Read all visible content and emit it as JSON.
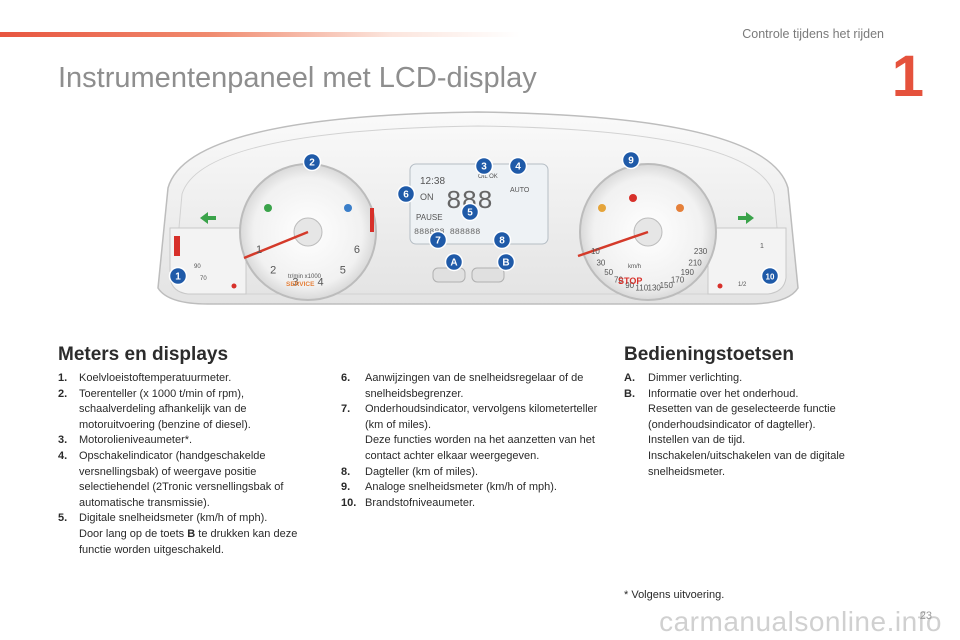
{
  "header": {
    "section_label": "Controle tijdens het rijden",
    "chapter_number": "1",
    "page_title": "Instrumentenpaneel met LCD-display"
  },
  "cluster": {
    "callouts": [
      "1",
      "2",
      "3",
      "4",
      "5",
      "6",
      "7",
      "8",
      "9",
      "10",
      "A",
      "B"
    ],
    "tacho_numbers": [
      "1",
      "2",
      "3",
      "4",
      "5",
      "6"
    ],
    "tacho_unit": "tr/min x1000",
    "temp_scale": [
      "90",
      "70"
    ],
    "fuel_scale": [
      "1",
      "1/2"
    ],
    "speedo_numbers": [
      "10",
      "30",
      "50",
      "70",
      "90",
      "110",
      "130",
      "150",
      "170",
      "190",
      "210",
      "230"
    ],
    "speedo_unit": "km/h",
    "lcd_time": "12:38",
    "lcd_digits": "888",
    "lcd_on": "ON",
    "lcd_pause": "PAUSE",
    "lcd_auto": "AUTO",
    "lcd_oil": "OIL OK",
    "lcd_odometer": "888888 888888",
    "service_label": "SERVICE",
    "stop_label": "STOP",
    "colors": {
      "badge": "#1f5aa8",
      "needle": "#d43a2a",
      "green": "#3aa34a",
      "red": "#d7302a"
    }
  },
  "meters": {
    "heading": "Meters en displays",
    "items_left": [
      {
        "num": "1.",
        "lines": [
          "Koelvloeistoftemperatuurmeter."
        ]
      },
      {
        "num": "2.",
        "lines": [
          "Toerenteller (x 1000 t/min of rpm), schaalverdeling afhankelijk van de motoruitvoering (benzine of diesel)."
        ]
      },
      {
        "num": "3.",
        "lines": [
          "Motorolieniveaumeter*."
        ]
      },
      {
        "num": "4.",
        "lines": [
          "Opschakelindicator (handgeschakelde versnellingsbak) of weergave positie selectiehendel (2Tronic versnellingsbak of automatische transmissie)."
        ]
      },
      {
        "num": "5.",
        "lines": [
          "Digitale snelheidsmeter (km/h of mph).",
          "Door lang op de toets B te drukken kan deze functie worden uitgeschakeld."
        ]
      }
    ],
    "items_right": [
      {
        "num": "6.",
        "lines": [
          "Aanwijzingen van de snelheidsregelaar of de snelheidsbegrenzer."
        ]
      },
      {
        "num": "7.",
        "lines": [
          "Onderhoudsindicator, vervolgens kilometerteller (km of miles).",
          "Deze functies worden na het aanzetten van het contact achter elkaar weergegeven."
        ]
      },
      {
        "num": "8.",
        "lines": [
          "Dagteller (km of miles)."
        ]
      },
      {
        "num": "9.",
        "lines": [
          "Analoge snelheidsmeter (km/h of mph)."
        ]
      },
      {
        "num": "10.",
        "lines": [
          "Brandstofniveaumeter."
        ]
      }
    ],
    "item5_bold_key": "B"
  },
  "controls": {
    "heading": "Bedieningstoetsen",
    "items": [
      {
        "num": "A.",
        "lines": [
          "Dimmer verlichting."
        ]
      },
      {
        "num": "B.",
        "lines": [
          "Informatie over het onderhoud.",
          "Resetten van de geselecteerde functie (onderhoudsindicator of dagteller).",
          "Instellen van de tijd.",
          "Inschakelen/uitschakelen van de digitale snelheidsmeter."
        ]
      }
    ]
  },
  "footnote": "* Volgens uitvoering.",
  "page_number": "23",
  "watermark": "carmanualsonline.info"
}
